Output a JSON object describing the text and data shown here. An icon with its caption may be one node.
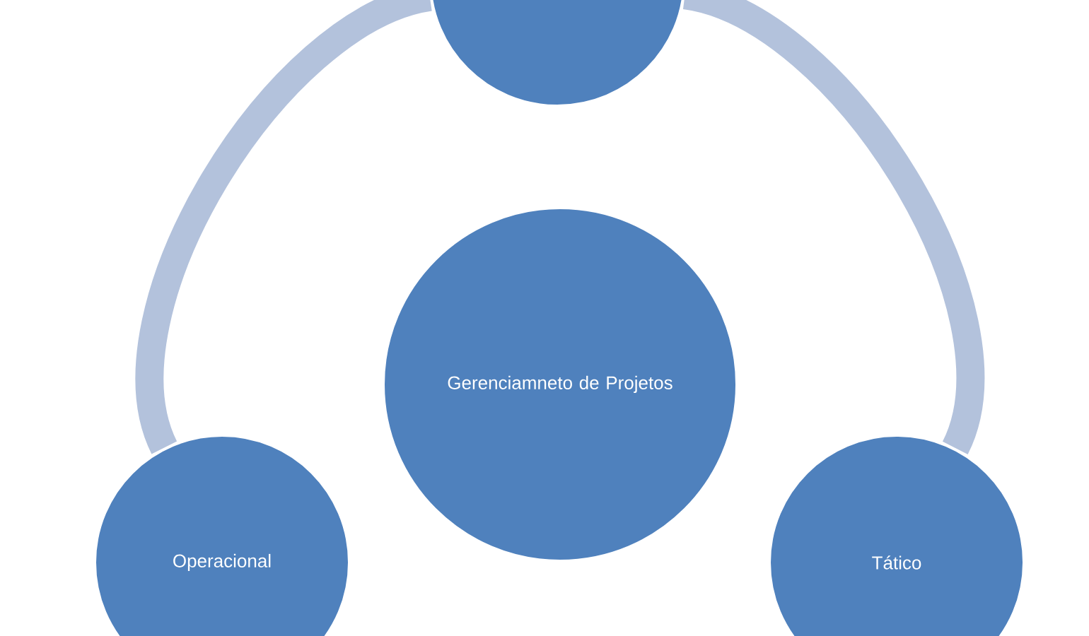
{
  "diagram": {
    "nodes": [
      {
        "text": [],
        "shape": "circle"
      },
      {
        "text": [
          "Gerenciamneto de Projetos"
        ]
      },
      {
        "text": [
          "Operacional"
        ]
      },
      {
        "text": [
          "Tático"
        ]
      }
    ],
    "edges": [
      {
        "from": 2,
        "to": 0,
        "arrow": "none"
      },
      {
        "from": 0,
        "to": 3,
        "arrow": "none"
      }
    ]
  }
}
